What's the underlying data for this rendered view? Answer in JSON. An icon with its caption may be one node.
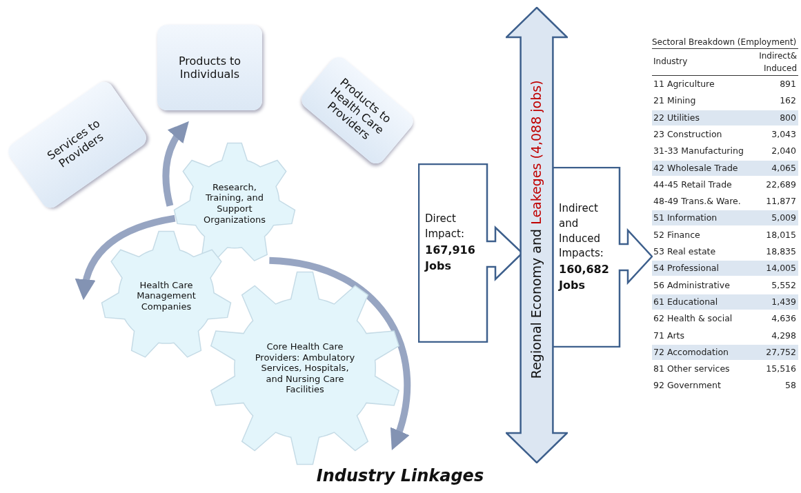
{
  "diagram": {
    "caption": "Industry Linkages",
    "nodes": [
      {
        "text": [
          "Services to Providers"
        ]
      },
      {
        "text": [
          "Products to Individuals"
        ]
      },
      {
        "text": [
          "Products to Health Care Providers"
        ]
      },
      {
        "text": [
          "Research, Training, and Support Organizations"
        ]
      },
      {
        "text": [
          "Health Care Management Companies"
        ]
      },
      {
        "text": [
          "Core Health Care Providers: Ambulatory Services, Hospitals, and Nursing Care Facilities"
        ]
      },
      {
        "text": [
          "Direct Impact:",
          "167,916 Jobs"
        ]
      },
      {
        "text": [
          "Regional Economy and",
          "Leakeges (4,088 jobs)"
        ]
      },
      {
        "text": [
          "Indirect and Induced Impacts:",
          "160,682 Jobs"
        ]
      }
    ],
    "edges": [
      {
        "from": 3,
        "to": 1,
        "arrow": "to"
      },
      {
        "from": 3,
        "to": 4,
        "arrow": "to"
      },
      {
        "from": 3,
        "to": 5,
        "arrow": "to"
      }
    ],
    "labels": [
      "Sectoral Breakdown (Employment)",
      "Industry",
      "Indirect& Induced",
      "11 Agriculture",
      "891",
      "21 Mining",
      "162",
      "22 Utilities",
      "800",
      "23 Construction",
      "3,043",
      "31-33 Manufacturing",
      "2,040",
      "42 Wholesale Trade",
      "4,065",
      "44-45 Retail Trade",
      "22,689",
      "48-49 Trans.& Ware.",
      "11,877",
      "51 Information",
      "5,009",
      "52 Finance",
      "18,015",
      "53 Real estate",
      "18,835",
      "54 Professional",
      "14,005",
      "56 Administrative",
      "5,552",
      "61 Educational",
      "1,439",
      "62 Health & social",
      "4,636",
      "71 Arts",
      "4,298",
      "72 Accomodation",
      "27,752",
      "81 Other services",
      "15,516",
      "92 Government",
      "58"
    ]
  }
}
